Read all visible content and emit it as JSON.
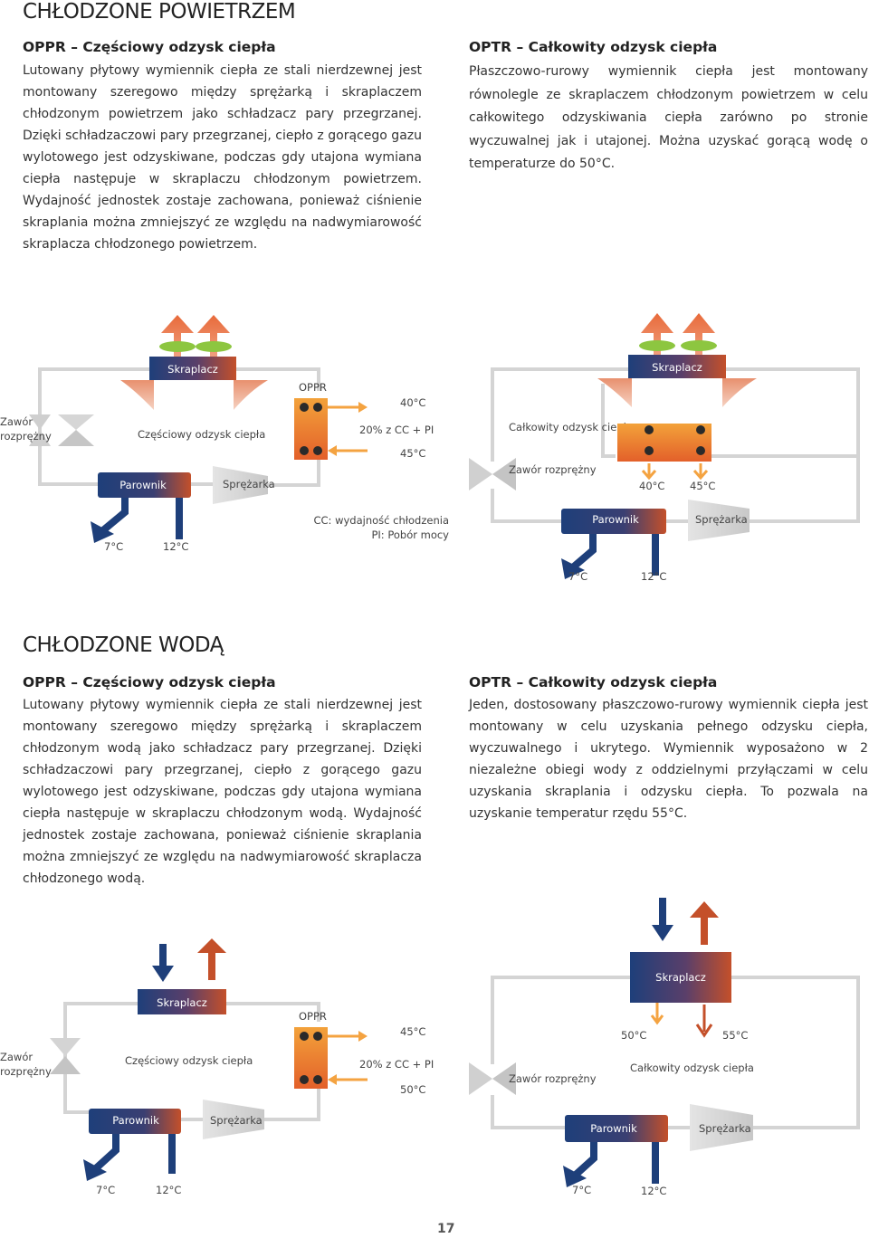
{
  "colors": {
    "blue": "#1e3f7a",
    "red": "#c4502a",
    "orange": "#f4a341",
    "green": "#8dc640",
    "pipe": "#d4d4d4"
  },
  "air": {
    "title": "CHŁODZONE POWIETRZEM",
    "oppr": {
      "heading": "OPPR – Częściowy odzysk ciepła",
      "text": "Lutowany płytowy wymiennik ciepła ze stali nierdzewnej jest montowany szeregowo między sprężarką i skraplaczem chłodzonym powietrzem jako schładzacz pary przegrzanej. Dzięki schładzaczowi pary przegrzanej, ciepło z gorącego gazu wylotowego jest odzyskiwane, podczas gdy utajona wymiana ciepła następuje w skraplaczu chłodzonym powietrzem. Wydajność jednostek zostaje zachowana, ponieważ ciśnienie skraplania można zmniejszyć ze względu na nadwymiarowość skraplacza chłodzonego powietrzem."
    },
    "optr": {
      "heading": "OPTR – Całkowity odzysk ciepła",
      "text": "Płaszczowo-rurowy wymiennik ciepła jest montowany równolegle ze skraplaczem chłodzonym powietrzem w celu całkowitego odzyskiwania ciepła zarówno po stronie wyczuwalnej jak i utajonej. Można uzyskać gorącą wodę o temperaturze do 50°C."
    },
    "diag1": {
      "skraplacz": "Skraplacz",
      "oppr": "OPPR",
      "t_top": "40°C",
      "pct": "20% z CC + PI",
      "t_bot": "45°C",
      "valve1": "Zawór",
      "valve2": "rozprężny",
      "partial": "Częściowy odzysk ciepła",
      "parownik": "Parownik",
      "sprezarka": "Sprężarka",
      "t_in": "7°C",
      "t_out": "12°C",
      "legend1": "CC: wydajność chłodzenia",
      "legend2": "PI: Pobór mocy"
    },
    "diag2": {
      "skraplacz": "Skraplacz",
      "total": "Całkowity odzysk ciepła",
      "valve": "Zawór rozprężny",
      "t_a": "40°C",
      "t_b": "45°C",
      "parownik": "Parownik",
      "sprezarka": "Sprężarka",
      "t_in": "7°C",
      "t_out": "12°C"
    }
  },
  "water": {
    "title": "CHŁODZONE WODĄ",
    "oppr": {
      "heading": "OPPR – Częściowy odzysk ciepła",
      "text": "Lutowany płytowy wymiennik ciepła ze stali nierdzewnej jest montowany szeregowo między sprężarką i skraplaczem chłodzonym wodą jako schładzacz pary przegrzanej. Dzięki schładzaczowi pary przegrzanej, ciepło z gorącego gazu wylotowego jest odzyskiwane, podczas gdy utajona wymiana ciepła następuje w skraplaczu chłodzonym wodą. Wydajność jednostek zostaje zachowana, ponieważ ciśnienie skraplania można zmniejszyć ze względu na nadwymiarowość skraplacza chłodzonego wodą."
    },
    "optr": {
      "heading": "OPTR – Całkowity odzysk ciepła",
      "text": "Jeden, dostosowany płaszczowo-rurowy wymiennik ciepła jest montowany w celu uzyskania pełnego odzysku ciepła, wyczuwalnego i ukrytego. Wymiennik wyposażono w 2 niezależne obiegi wody z oddzielnymi przyłączami w celu uzyskania skraplania i odzysku ciepła. To pozwala na uzyskanie temperatur rzędu 55°C."
    },
    "diag3": {
      "skraplacz": "Skraplacz",
      "oppr": "OPPR",
      "t_top": "45°C",
      "pct": "20% z CC + PI",
      "t_bot": "50°C",
      "valve1": "Zawór",
      "valve2": "rozprężny",
      "partial": "Częściowy odzysk ciepła",
      "parownik": "Parownik",
      "sprezarka": "Sprężarka",
      "t_in": "7°C",
      "t_out": "12°C"
    },
    "diag4": {
      "skraplacz": "Skraplacz",
      "t_a": "50°C",
      "t_b": "55°C",
      "valve": "Zawór rozprężny",
      "total": "Całkowity odzysk ciepła",
      "parownik": "Parownik",
      "sprezarka": "Sprężarka",
      "t_in": "7°C",
      "t_out": "12°C"
    }
  },
  "page_number": "17"
}
